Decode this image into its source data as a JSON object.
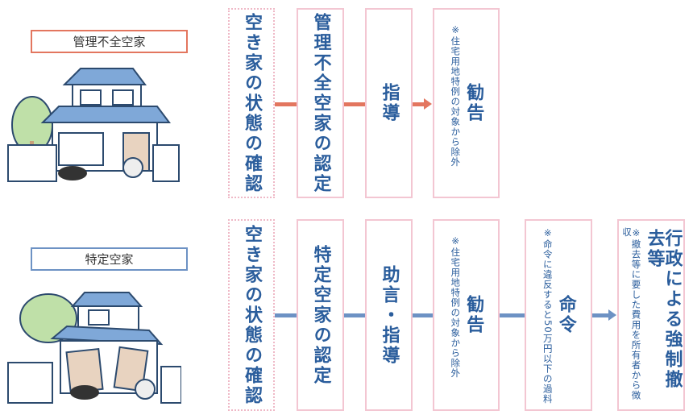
{
  "colors": {
    "text": "#2a5d9c",
    "box_border": "#f3c6d2",
    "top_accent": "#e3765f",
    "bottom_accent": "#6d92c4"
  },
  "top": {
    "label": "管理不全空家",
    "steps": [
      {
        "main": "空き家の状態の確認"
      },
      {
        "main": "管理不全空家の認定"
      },
      {
        "main": "指導"
      },
      {
        "main": "勧告",
        "note": "※住宅用地特例の対象から除外"
      }
    ]
  },
  "bottom": {
    "label": "特定空家",
    "steps": [
      {
        "main": "空き家の状態の確認"
      },
      {
        "main": "特定空家の認定"
      },
      {
        "main": "助言・指導"
      },
      {
        "main": "勧告",
        "note": "※住宅用地特例の対象から除外"
      },
      {
        "main": "命令",
        "note": "※命令に違反すると50万円以下の過料"
      },
      {
        "main": "行政による強制撤去等",
        "note": "※撤去等に要した費用を所有者から徴収"
      }
    ]
  }
}
